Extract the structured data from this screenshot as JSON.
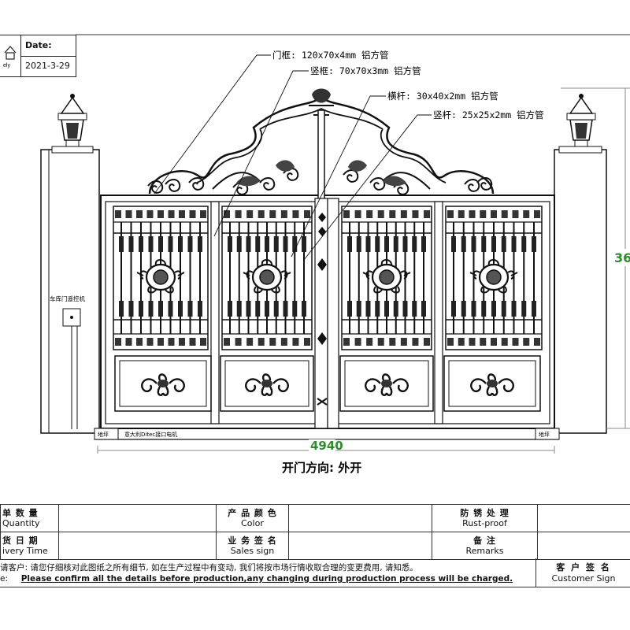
{
  "header": {
    "date_label": "Date:",
    "date_value": "2021-3-29",
    "logo_text": "ely"
  },
  "callouts": {
    "door_frame": "门框: 120x70x4mm 铝方管",
    "vertical_frame": "竖框: 70x70x3mm 铝方管",
    "horizontal_bar": "横杆: 30x40x2mm 铝方管",
    "vertical_bar": "竖杆: 25x25x2mm 铝方管"
  },
  "drawing": {
    "width_dimension": "4940",
    "height_dimension": "36",
    "motor_label": "车库门遥控机",
    "left_ground": "地坪",
    "right_ground": "地坪",
    "operator_label": "意大利Ditec接口电机",
    "opening_direction": "开门方向: 外开"
  },
  "spec_table": {
    "rows": [
      {
        "c1_cn": "单 数 量",
        "c1_en": "Quantity",
        "c3_cn": "产 品 颜 色",
        "c3_en": "Color",
        "c5_cn": "防 锈 处 理",
        "c5_en": "Rust-proof"
      },
      {
        "c1_cn": "货 日 期",
        "c1_en": "ivery Time",
        "c3_cn": "业 务 签 名",
        "c3_en": "Sales sign",
        "c5_cn": "备 注",
        "c5_en": "Remarks"
      }
    ]
  },
  "notes": {
    "cn": "请客户: 请您仔细核对此图纸之所有细节, 如在生产过程中有变动, 我们将按市场行情收取合理的变更费用, 请知悉。",
    "cn_prefix": "客户:",
    "en_prefix": "e:",
    "en": "Please confirm all the details before production,any changing during production process will be charged.",
    "customer_sign_cn": "客 户 签 名",
    "customer_sign_en": "Customer Sign"
  }
}
